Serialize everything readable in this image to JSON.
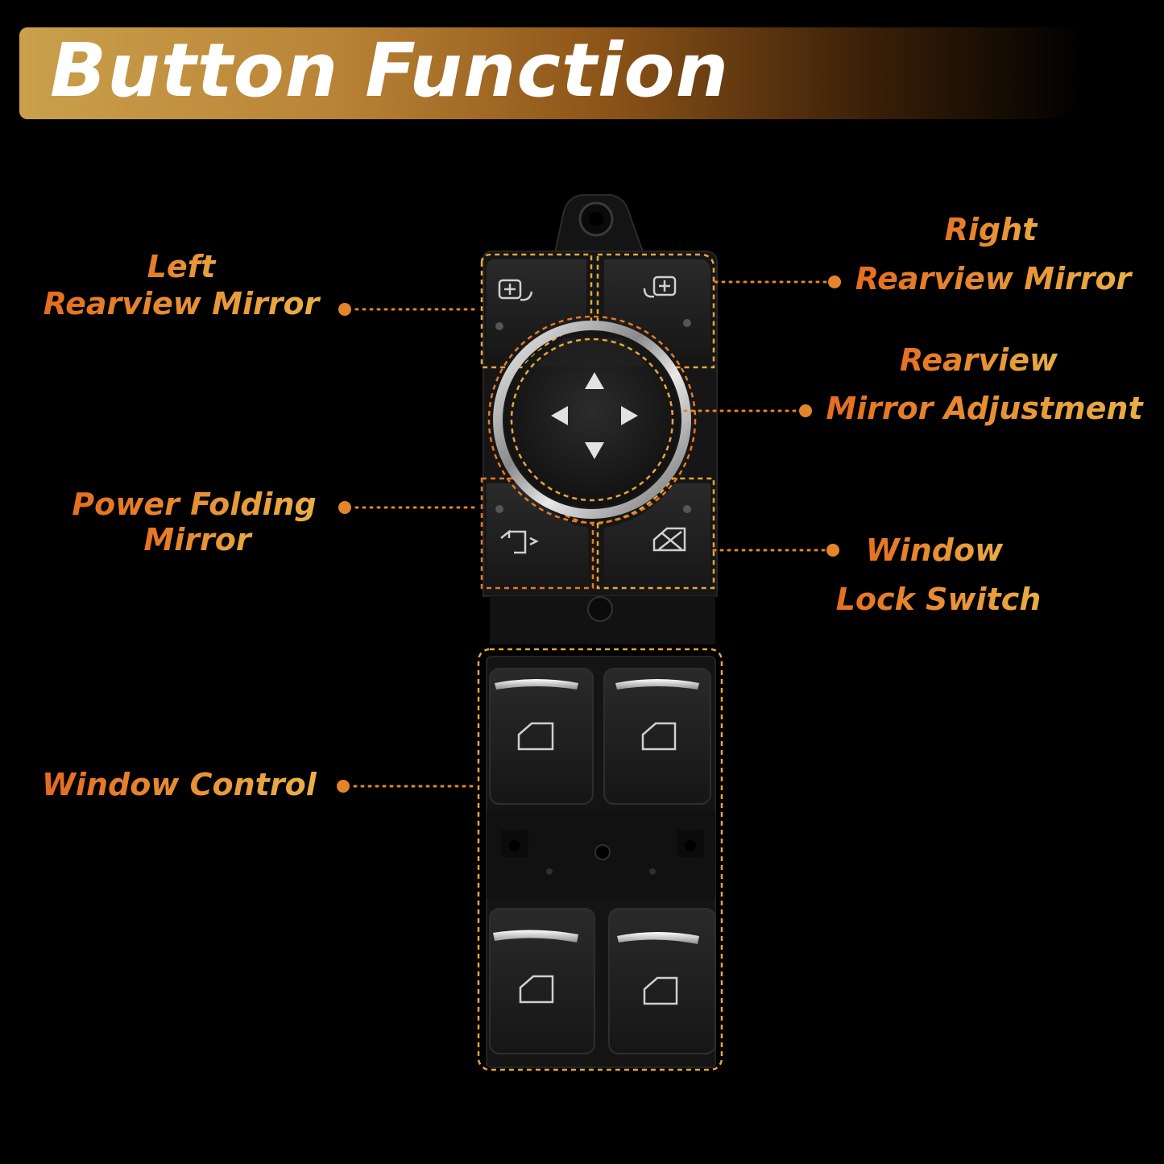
{
  "header": {
    "title": "Button Function"
  },
  "labels": {
    "left_mirror": {
      "line1": "Left",
      "line2": "Rearview Mirror"
    },
    "right_mirror": {
      "line1": "Right",
      "line2": "Rearview Mirror"
    },
    "mirror_adjust": {
      "line1": "Rearview",
      "line2": "Mirror Adjustment"
    },
    "power_folding": {
      "line1": "Power Folding",
      "line2": "Mirror"
    },
    "window_lock": {
      "line1": "Window",
      "line2": "Lock Switch"
    },
    "window_control": {
      "line1": "Window Control"
    }
  },
  "colors": {
    "accent_orange": "#e56a1e",
    "accent_gold": "#e9b248",
    "panel": "#1b1b1b"
  },
  "icons": [
    "mirror-select-icon",
    "mirror-fold-icon",
    "window-lock-icon",
    "window-icon",
    "arrow-icon"
  ]
}
